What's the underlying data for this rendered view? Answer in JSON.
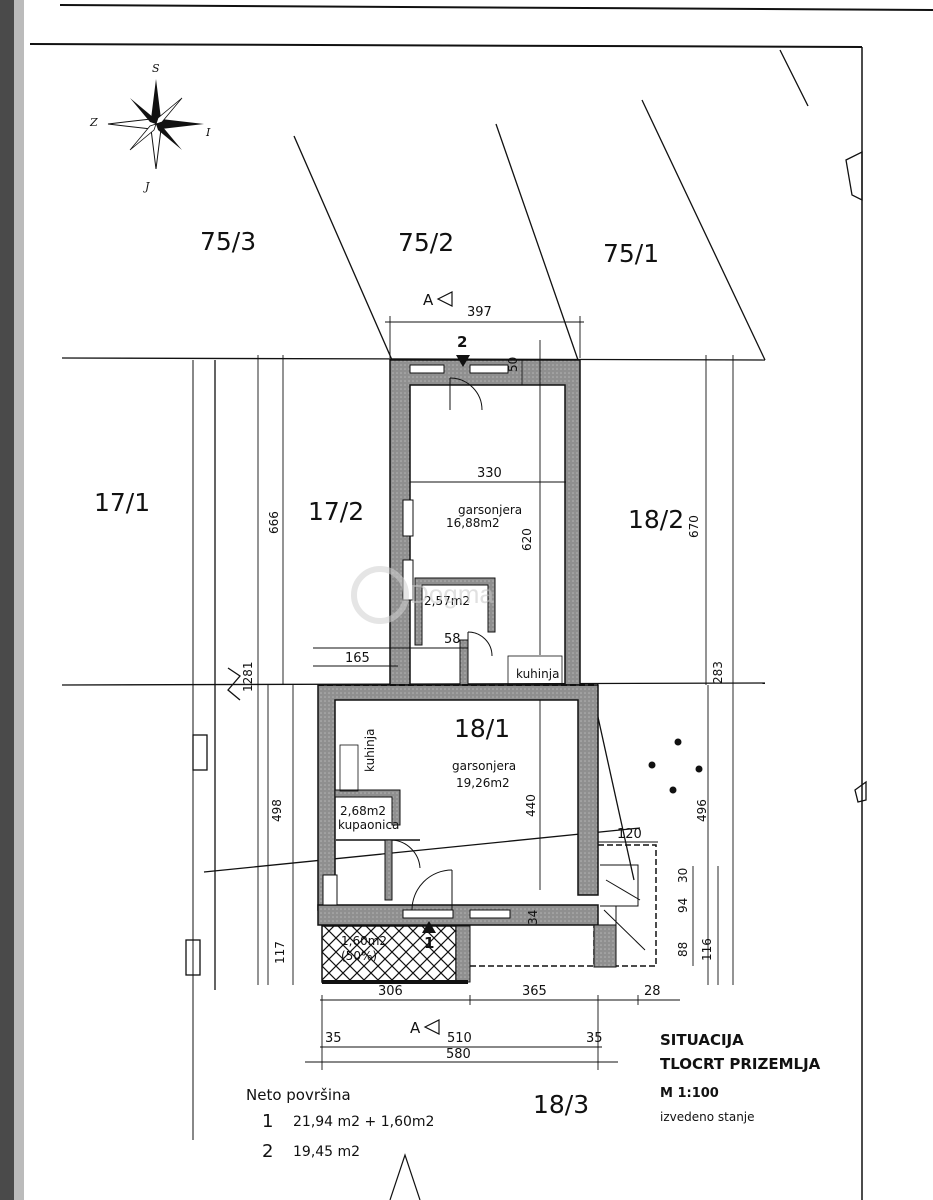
{
  "compass": {
    "north": "S",
    "south": "J",
    "west": "Z",
    "east": "I"
  },
  "parcels": {
    "p75_3": "75/3",
    "p75_2": "75/2",
    "p75_1": "75/1",
    "p17_1": "17/1",
    "p17_2": "17/2",
    "p18_2": "18/2",
    "p18_1": "18/1",
    "p18_3": "18/3"
  },
  "section_mark": "A",
  "entrances": {
    "upper": "2",
    "lower": "1"
  },
  "dimensions": {
    "top_width": "397",
    "wall_top": "50",
    "inner_width": "330",
    "upper_height": "620",
    "left_666": "666",
    "right_670": "670",
    "left_1281": "1281",
    "offset_165": "165",
    "dim_58": "58",
    "right_283": "283",
    "left_498": "498",
    "lower_height": "440",
    "right_496": "496",
    "dim_120": "120",
    "dim_30": "30",
    "dim_94": "94",
    "dim_88": "88",
    "dim_116": "116",
    "dim_117": "117",
    "dim_34": "34",
    "bottom_306": "306",
    "bottom_365": "365",
    "bottom_28": "28",
    "bottom_35_left": "35",
    "bottom_510": "510",
    "bottom_35_right": "35",
    "bottom_580": "580"
  },
  "rooms": {
    "upper_name": "garsonjera",
    "upper_area": "16,88m2",
    "upper_bath_area": "2,57m2",
    "upper_kitchen": "kuhinja",
    "lower_name": "garsonjera",
    "lower_area": "19,26m2",
    "lower_kitchen": "kuhinja",
    "lower_bath_area": "2,68m2",
    "lower_bath_name": "kupaonica",
    "terrace_area": "1,60m2",
    "terrace_pct": "(50%)"
  },
  "title": {
    "line1": "SITUACIJA",
    "line2": "TLOCRT PRIZEMLJA",
    "scale": "M 1:100",
    "status": "izvedeno stanje"
  },
  "neto": {
    "heading": "Neto površina",
    "row1_num": "1",
    "row1_val": "21,94 m2 + 1,60m2",
    "row2_num": "2",
    "row2_val": "19,45 m2"
  },
  "watermark": "Dogma",
  "colors": {
    "ink": "#111111",
    "wall_fill": "#9a9a9a",
    "paper": "#ffffff"
  }
}
